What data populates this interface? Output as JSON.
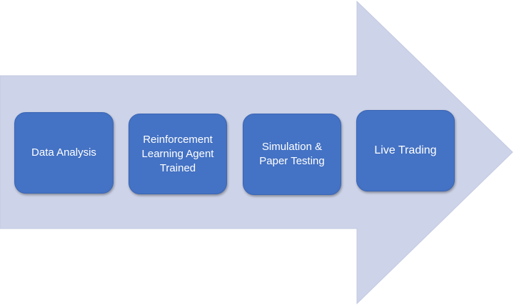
{
  "diagram": {
    "arrow_color": "#cdd3e8",
    "box_color": "#4472c4",
    "steps": [
      {
        "label": "Data Analysis"
      },
      {
        "label": "Reinforcement\nLearning Agent\nTrained"
      },
      {
        "label": "Simulation &\nPaper Testing"
      },
      {
        "label": "Live Trading"
      }
    ]
  }
}
